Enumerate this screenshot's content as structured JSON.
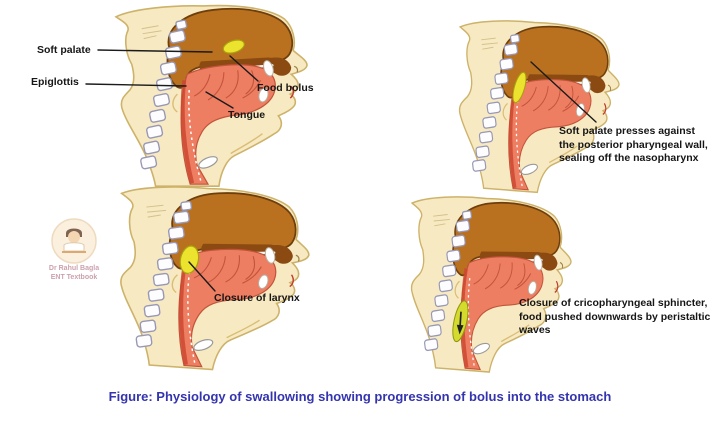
{
  "figure": {
    "caption": "Figure: Physiology of swallowing showing progression of bolus into the stomach"
  },
  "panels": {
    "stage1": {
      "soft_palate": "Soft palate",
      "epiglottis": "Epiglottis",
      "food_bolus": "Food bolus",
      "tongue": "Tongue"
    },
    "stage2": {
      "note": "Soft palate presses against\nthe posterior pharyngeal wall,\nsealing off the nasopharynx"
    },
    "stage3": {
      "note": "Closure of larynx"
    },
    "stage4": {
      "note": "Closure of cricopharyngeal sphincter,\nfood pushed downwards by peristaltic\nwaves"
    }
  },
  "watermark": {
    "line1": "Dr Rahul Bagla",
    "line2": "ENT Textbook"
  },
  "colors": {
    "caption-blue": "#3434ae",
    "label-black": "#161616",
    "skin-cream": "#f7e9c1",
    "skin-outline": "#cdb26a",
    "skull-brown": "#b9701f",
    "skull-outline": "#6e3f0c",
    "palate-dark": "#8a4a12",
    "mouth-salmon": "#ee7e62",
    "mouth-outline": "#c2543b",
    "throat-red": "#cc4830",
    "vertebra-fill": "#fdfdff",
    "vertebra-outline": "#9898b5",
    "bolus-yellow": "#ece32f",
    "bolus-outline": "#a8a00e",
    "bolus-green": "#d5db2d",
    "watermark-pink": "#c4919e",
    "watermark-bg": "#fbeed9"
  }
}
